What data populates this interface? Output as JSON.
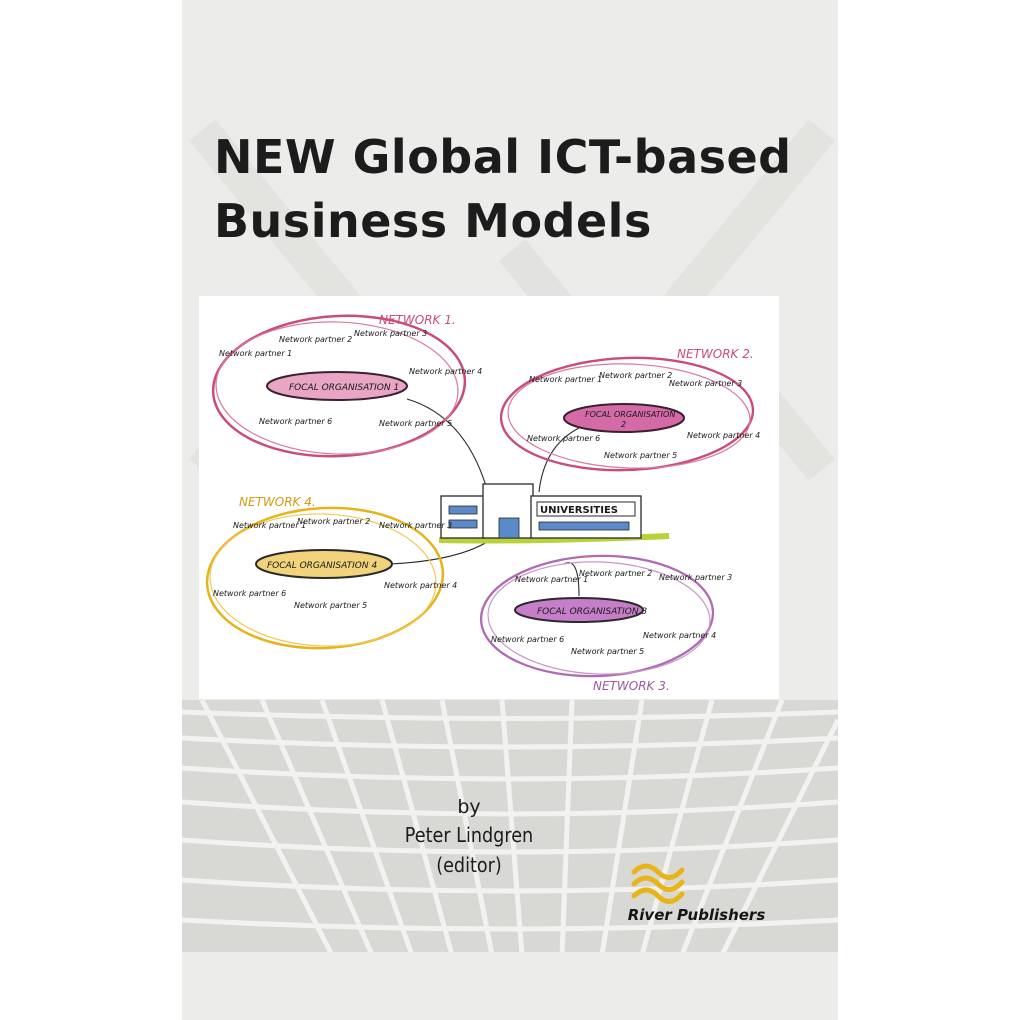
{
  "book": {
    "title_line1": "NEW Global ICT-based",
    "title_line2": "Business Models",
    "by": "by",
    "editor": "Peter Lindgren (editor)",
    "publisher": "River Publishers"
  },
  "colors": {
    "cover": "#ececea",
    "network1": "#c94d77",
    "network2": "#c94d77",
    "network3": "#b06ab3",
    "network4": "#e7b31c",
    "focal_fill": "#d46aa6",
    "focal4_fill": "#e6c45a",
    "publisher_logo": "#e8b418",
    "ground": "#b8d23a"
  },
  "illustration": {
    "network1": {
      "label": "NETWORK 1.",
      "focal": "FOCAL ORGANISATION 1",
      "partners": [
        "Network partner 1",
        "Network partner 2",
        "Network partner 3",
        "Network partner 4",
        "Network partner 5",
        "Network partner 6"
      ]
    },
    "network2": {
      "label": "NETWORK 2.",
      "focal_line1": "FOCAL ORGANISATION",
      "focal_line2": "2",
      "partners": [
        "Network partner 1",
        "Network partner 2",
        "Network partner 3",
        "Network partner 4",
        "Network partner 5",
        "Network partner 6"
      ]
    },
    "network3": {
      "label": "NETWORK 3.",
      "focal": "FOCAL ORGANISATION 3",
      "partners": [
        "Network partner 1",
        "Network partner 2",
        "Network partner 3",
        "Network partner 4",
        "Network partner 5",
        "Network partner 6"
      ]
    },
    "network4": {
      "label": "NETWORK 4.",
      "focal": "FOCAL ORGANISATION 4",
      "partners": [
        "Network partner 1",
        "Network partner 2",
        "Network partner 3",
        "Network partner 4",
        "Network partner 5",
        "Network partner 6"
      ]
    },
    "hub_sign": "UNIVERSITIES"
  }
}
